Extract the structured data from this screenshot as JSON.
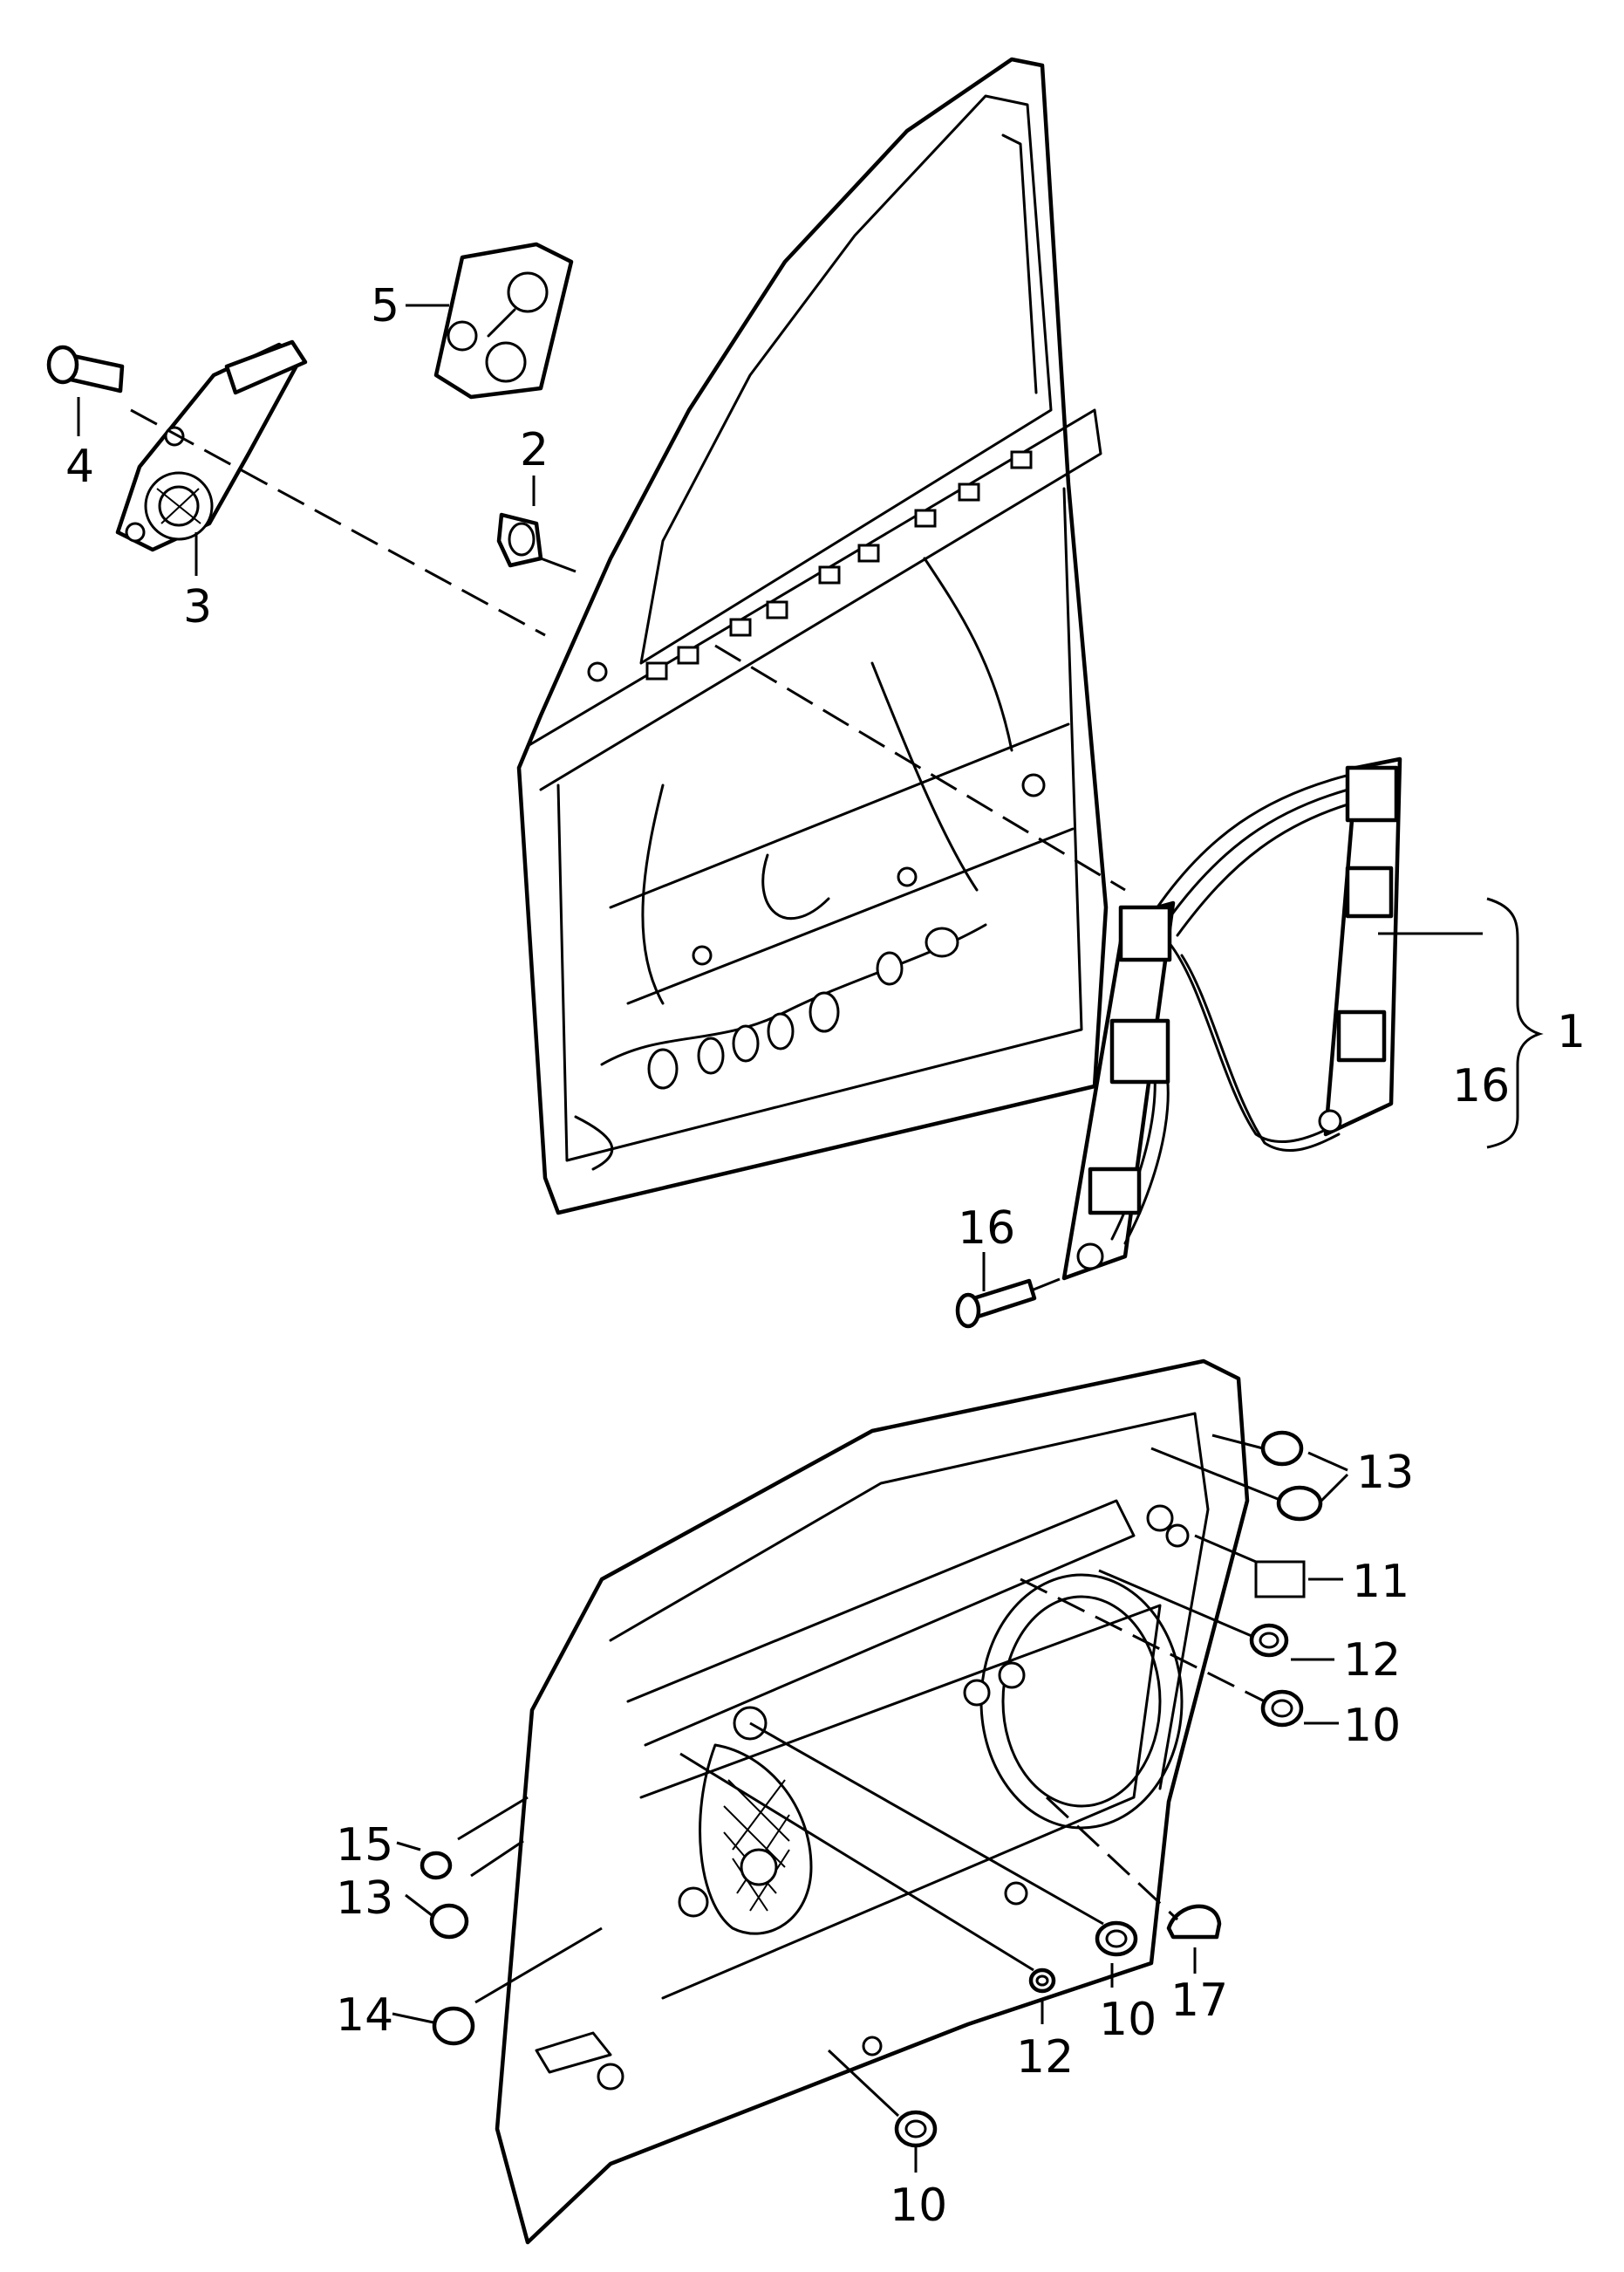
{
  "callouts": {
    "c1": "1",
    "c2": "2",
    "c3": "3",
    "c4": "4",
    "c5": "5",
    "c16_bracket": "16",
    "c16_bolt": "16",
    "c13_top": "13",
    "c11": "11",
    "c12_right": "12",
    "c10_right": "10",
    "c15": "15",
    "c13_left": "13",
    "c14": "14",
    "c10_mid": "10",
    "c17": "17",
    "c12_bottom": "12",
    "c10_bottom": "10"
  }
}
